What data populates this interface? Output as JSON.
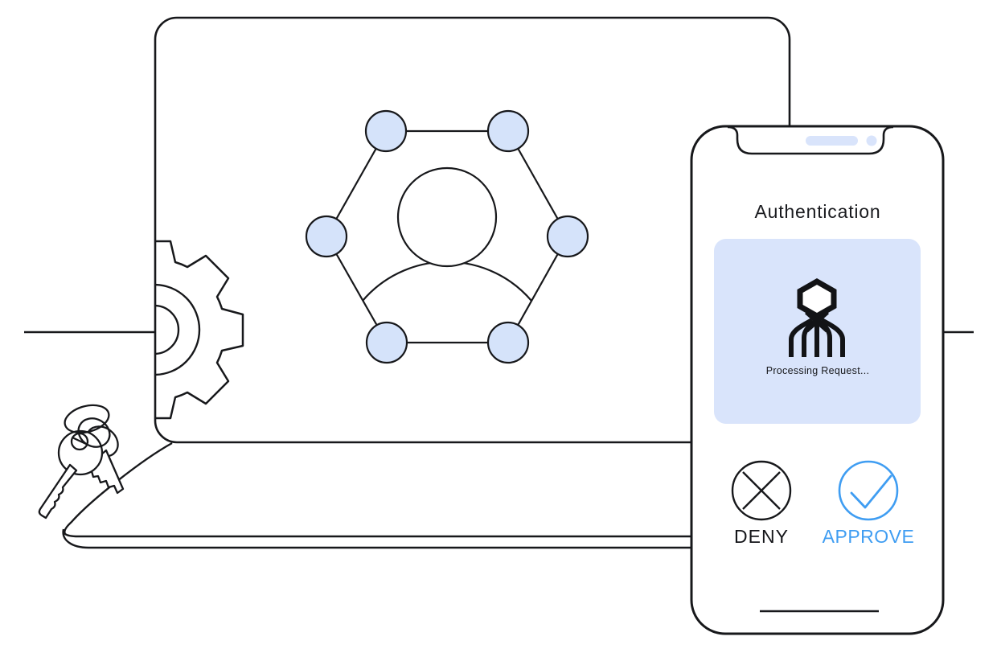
{
  "colors": {
    "outline": "#17181b",
    "light_blue": "#d9e4fb",
    "node_blue": "#d5e3fa",
    "accent_blue": "#3f9df2"
  },
  "laptop": {
    "screen_icon": "user-network-hexagon-icon",
    "node_count": 6,
    "decorations": [
      "gear-icon",
      "keys-icon"
    ]
  },
  "phone": {
    "title": "Authentication",
    "card": {
      "icon": "bacteriophage-icon",
      "status_text": "Processing Request..."
    },
    "buttons": {
      "deny": {
        "label": "DENY",
        "icon": "x-icon"
      },
      "approve": {
        "label": "APPROVE",
        "icon": "check-icon"
      }
    }
  }
}
